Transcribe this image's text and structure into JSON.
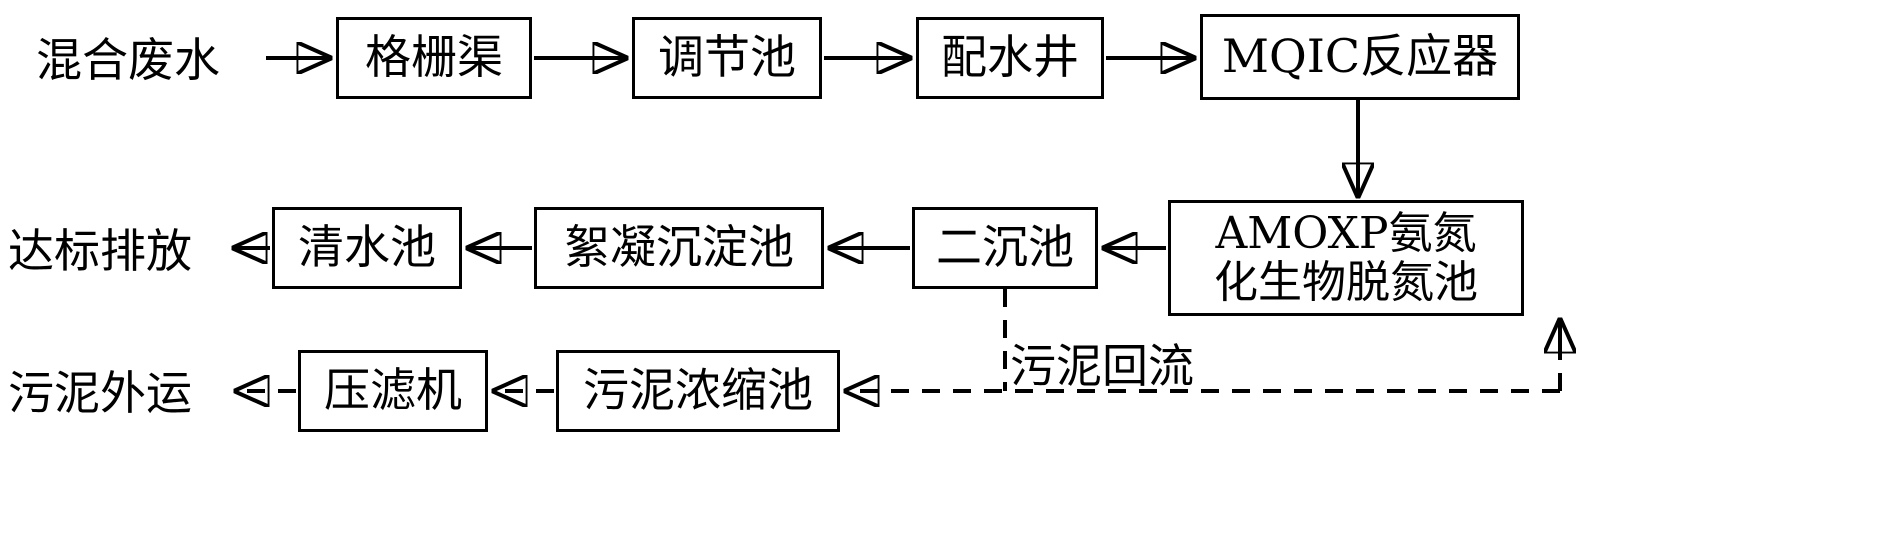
{
  "diagram": {
    "type": "process-flow",
    "title_visible": false,
    "line_color": "#000000",
    "box_fill": "#ffffff",
    "background": "#ffffff",
    "terminals": [
      {
        "id": "inlet",
        "label": "混合废水"
      },
      {
        "id": "outlet-water",
        "label": "达标排放"
      },
      {
        "id": "outlet-sludge",
        "label": "污泥外运"
      }
    ],
    "nodes": [
      {
        "id": "grit",
        "label": "格栅渠"
      },
      {
        "id": "equal",
        "label": "调节池"
      },
      {
        "id": "distrib",
        "label": "配水井"
      },
      {
        "id": "mqic",
        "label": "MQIC反应器"
      },
      {
        "id": "amoxp",
        "label": "AMOXP氨氮\n化生物脱氮池"
      },
      {
        "id": "secondary",
        "label": "二沉池"
      },
      {
        "id": "floc",
        "label": "絮凝沉淀池"
      },
      {
        "id": "clearwater",
        "label": "清水池"
      },
      {
        "id": "thickener",
        "label": "污泥浓缩池"
      },
      {
        "id": "press",
        "label": "压滤机"
      }
    ],
    "edge_labels": [
      {
        "id": "sludge-return",
        "label": "污泥回流"
      }
    ],
    "edges": [
      {
        "from": "inlet",
        "to": "grit",
        "style": "solid"
      },
      {
        "from": "grit",
        "to": "equal",
        "style": "solid"
      },
      {
        "from": "equal",
        "to": "distrib",
        "style": "solid"
      },
      {
        "from": "distrib",
        "to": "mqic",
        "style": "solid"
      },
      {
        "from": "mqic",
        "to": "amoxp",
        "style": "solid"
      },
      {
        "from": "amoxp",
        "to": "secondary",
        "style": "solid"
      },
      {
        "from": "secondary",
        "to": "floc",
        "style": "solid"
      },
      {
        "from": "floc",
        "to": "clearwater",
        "style": "solid"
      },
      {
        "from": "clearwater",
        "to": "outlet-water",
        "style": "solid"
      },
      {
        "from": "secondary",
        "to": "thickener",
        "style": "dashed"
      },
      {
        "from": "thickener",
        "to": "press",
        "style": "dashed"
      },
      {
        "from": "press",
        "to": "outlet-sludge",
        "style": "dashed"
      },
      {
        "from": "sludge-return",
        "to": "amoxp",
        "style": "dashed"
      }
    ]
  }
}
